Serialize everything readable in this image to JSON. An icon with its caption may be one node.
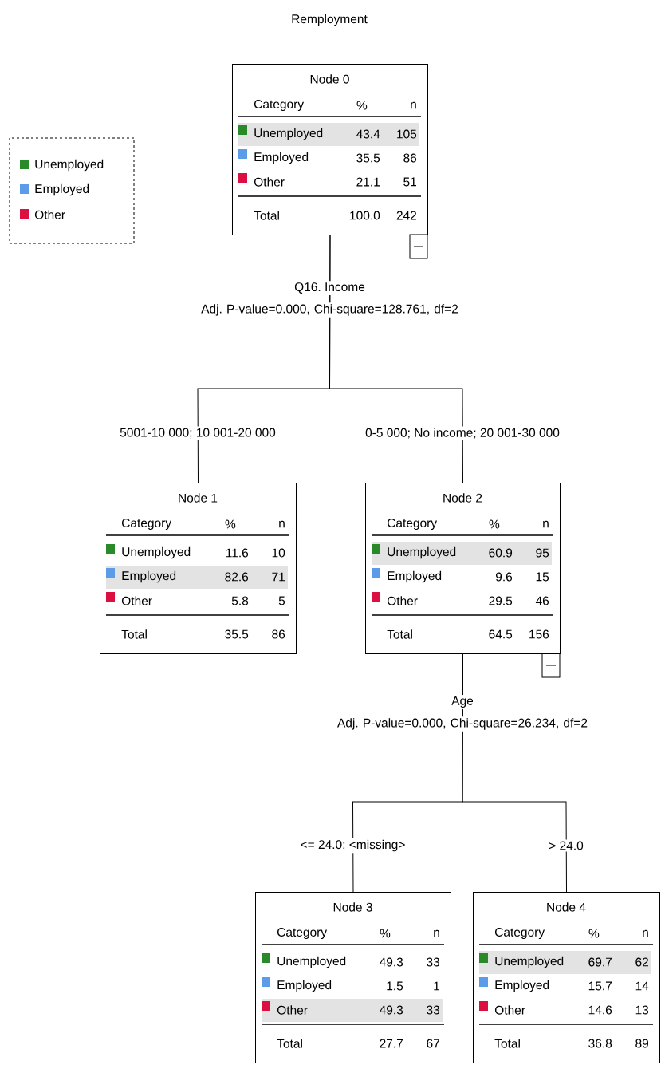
{
  "diagram": {
    "title": "Remployment",
    "nodes": [
      {
        "text": [
          "Node 0",
          "Category",
          "%",
          "n",
          "Unemployed",
          "43.4",
          "105",
          "Employed",
          "35.5",
          "86",
          "Other",
          "21.1",
          "51",
          "Total",
          "100.0",
          "242"
        ],
        "beside": [
          "Q16. Income",
          "Adj. P-value=0.000, Chi-square=128.761, df=2"
        ]
      },
      {
        "text": [
          "Node 1",
          "Category",
          "%",
          "n",
          "Unemployed",
          "11.6",
          "10",
          "Employed",
          "82.6",
          "71",
          "Other",
          "5.8",
          "5",
          "Total",
          "35.5",
          "86"
        ]
      },
      {
        "text": [
          "Node 2",
          "Category",
          "%",
          "n",
          "Unemployed",
          "60.9",
          "95",
          "Employed",
          "9.6",
          "15",
          "Other",
          "29.5",
          "46",
          "Total",
          "64.5",
          "156"
        ],
        "beside": [
          "Age",
          "Adj. P-value=0.000, Chi-square=26.234, df=2"
        ]
      },
      {
        "text": [
          "Node 3",
          "Category",
          "%",
          "n",
          "Unemployed",
          "49.3",
          "33",
          "Employed",
          "1.5",
          "1",
          "Other",
          "49.3",
          "33",
          "Total",
          "27.7",
          "67"
        ]
      },
      {
        "text": [
          "Node 4",
          "Category",
          "%",
          "n",
          "Unemployed",
          "69.7",
          "62",
          "Employed",
          "15.7",
          "14",
          "Other",
          "14.6",
          "13",
          "Total",
          "36.8",
          "89"
        ]
      }
    ],
    "edges": [
      {
        "from": 0,
        "to": 1,
        "arrow": "none",
        "label": "5001-10 000; 10 001-20 000"
      },
      {
        "from": 0,
        "to": 2,
        "arrow": "none",
        "label": "0-5 000; No income; 20 001-30 000"
      },
      {
        "from": 2,
        "to": 3,
        "arrow": "none",
        "label": "<= 24.0;  <missing>"
      },
      {
        "from": 2,
        "to": 4,
        "arrow": "none",
        "label": "> 24.0"
      }
    ],
    "legend": [
      {
        "text": "Unemployed",
        "color": "#2a8a2a"
      },
      {
        "text": "Employed",
        "color": "#5b9be8"
      },
      {
        "text": "Other",
        "color": "#dc1040"
      }
    ]
  }
}
